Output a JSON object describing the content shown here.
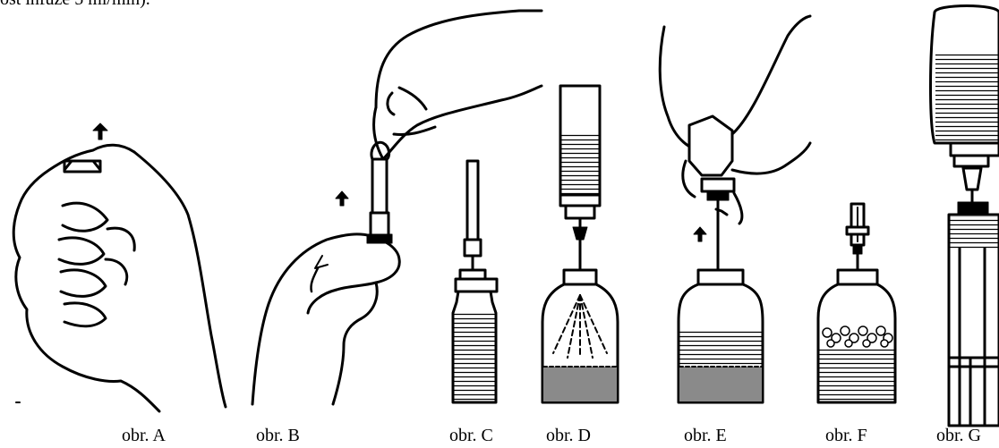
{
  "header_text_fragment": "ost infúze 5 ml/min).",
  "figures": [
    {
      "id": "A",
      "caption": "obr. A",
      "depicts": "hand-breaking-vial-cap"
    },
    {
      "id": "B",
      "caption": "obr. B",
      "depicts": "hands-removing-needle-cover"
    },
    {
      "id": "C",
      "caption": "obr. C",
      "depicts": "transfer-needle-in-vial"
    },
    {
      "id": "D",
      "caption": "obr. D",
      "depicts": "inverted-vial-spraying-into-vial"
    },
    {
      "id": "E",
      "caption": "obr. E",
      "depicts": "hand-pulling-off-vial"
    },
    {
      "id": "F",
      "caption": "obr. F",
      "depicts": "syringe-on-vial-with-powder"
    },
    {
      "id": "G",
      "caption": "obr. G",
      "depicts": "infusion-bag-with-syringe"
    }
  ],
  "colors": {
    "ink": "#000000",
    "liquid": "#8a8a8a",
    "paper": "#ffffff"
  }
}
